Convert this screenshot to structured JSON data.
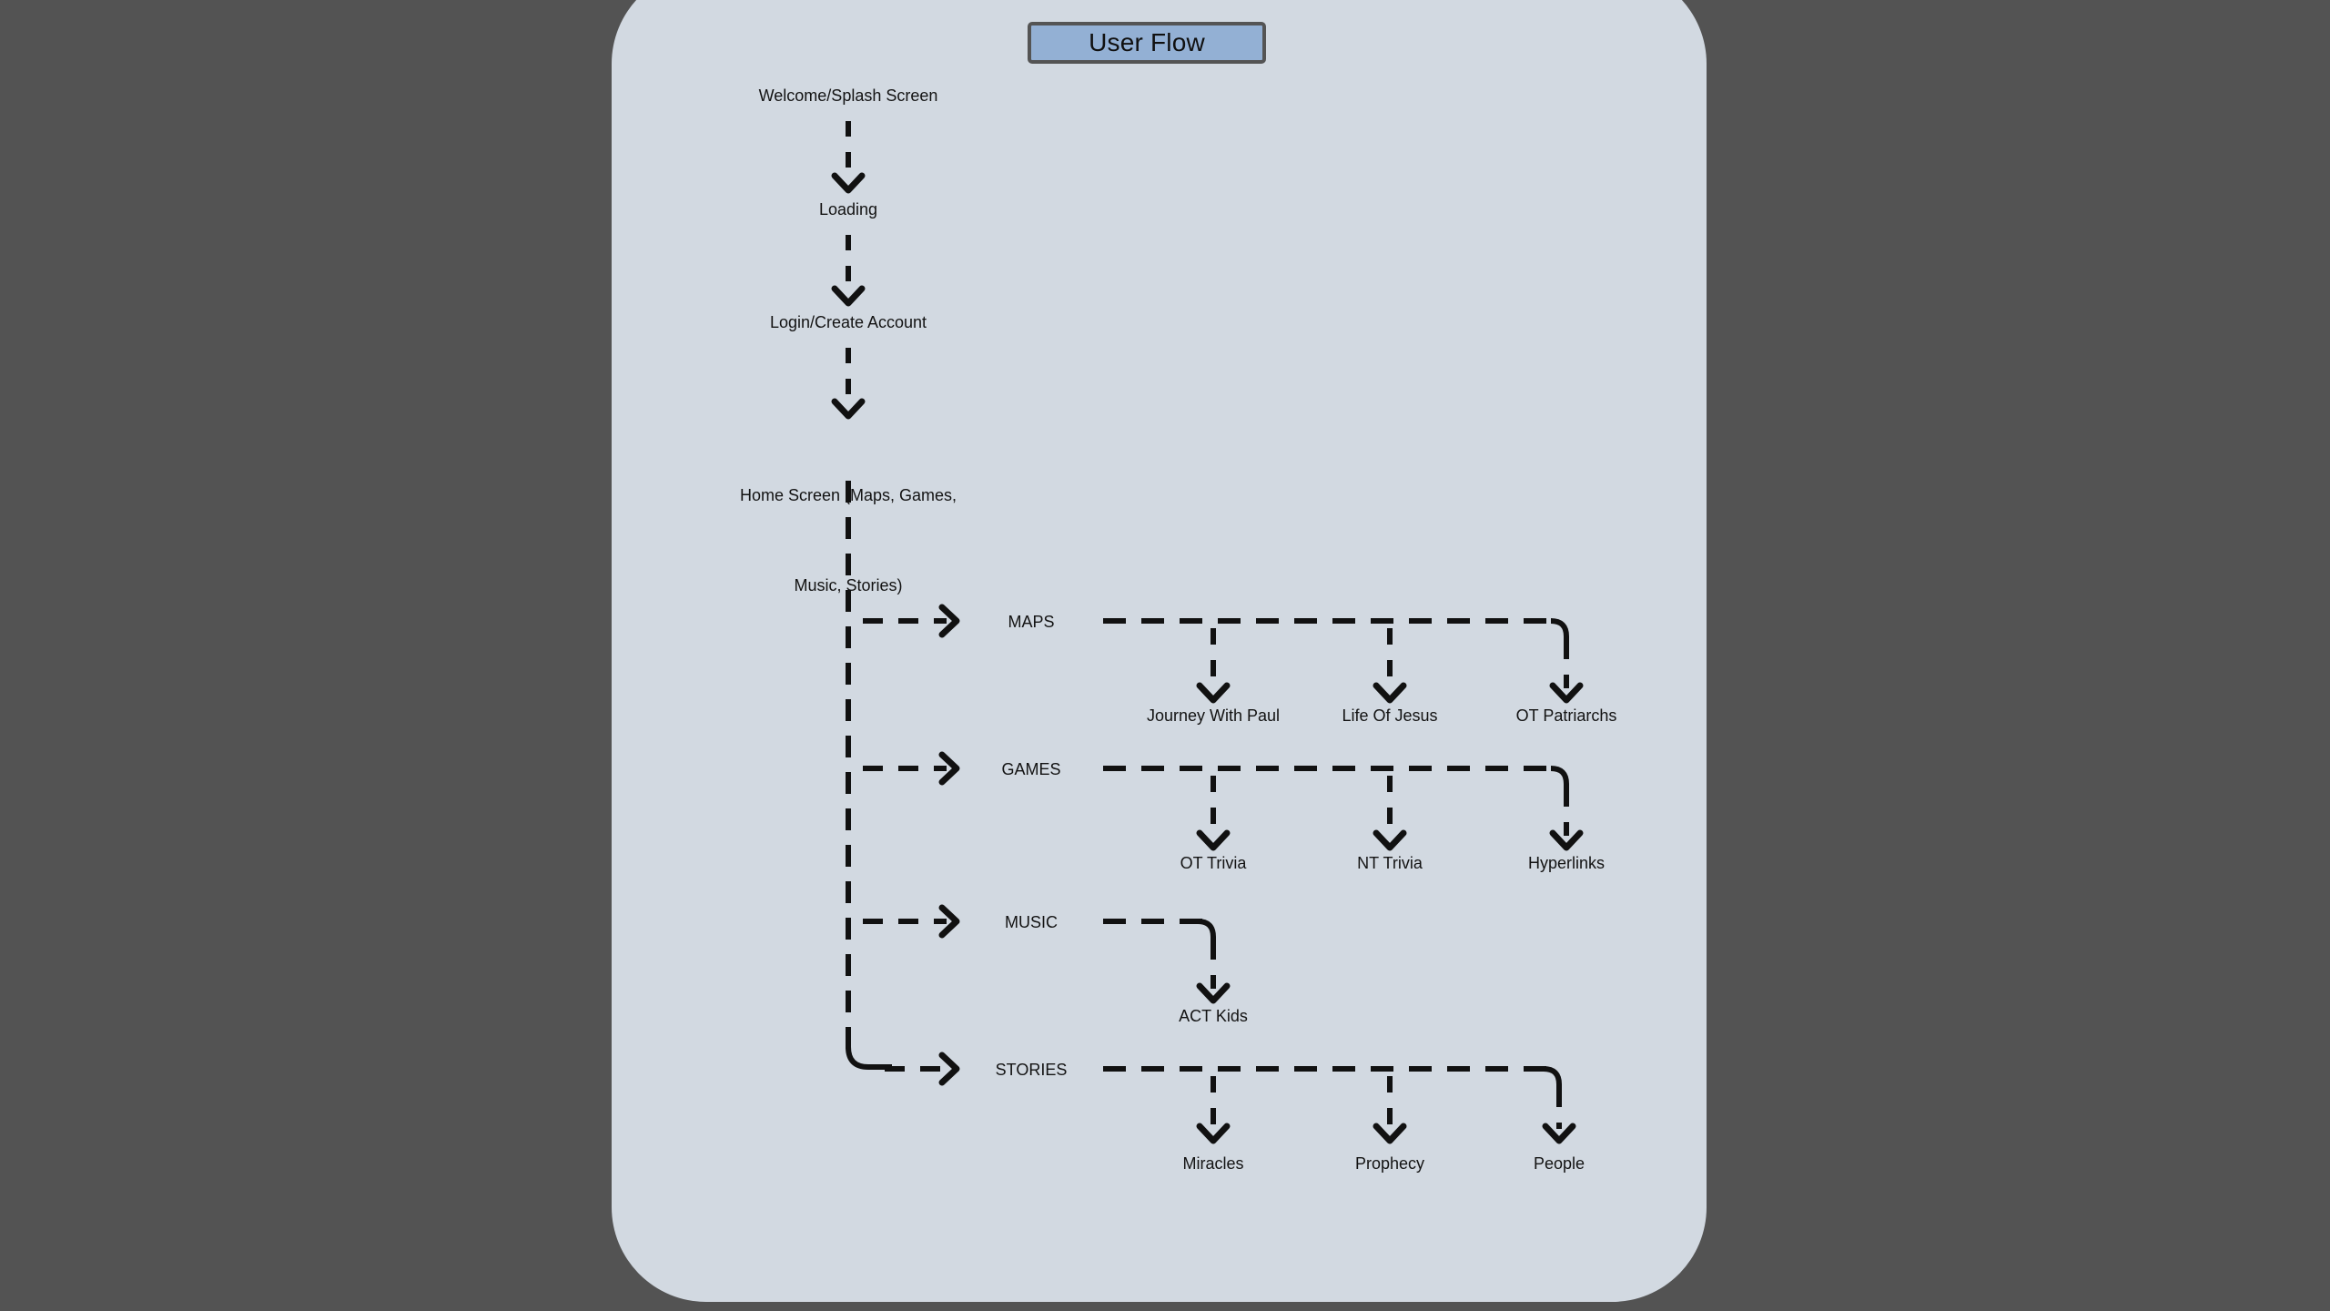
{
  "background_color": "#535353",
  "panel": {
    "name": "user-flow-canvas",
    "fill_color": "#d2d9e1",
    "corner_radius": 104
  },
  "title": {
    "label": "User Flow",
    "fill_color": "#93b0d4",
    "border_color": "#545454",
    "text_color": "#101010"
  },
  "connector": {
    "style": "dashed",
    "color": "#111111",
    "arrowhead": "chevron"
  },
  "flow": {
    "linear_chain": [
      {
        "id": "welcome",
        "label": "Welcome/Splash Screen"
      },
      {
        "id": "loading",
        "label": "Loading"
      },
      {
        "id": "login",
        "label": "Login/Create Account"
      },
      {
        "id": "home",
        "label": "Home Screen (Maps, Games,",
        "label_line2": "Music, Stories)"
      }
    ],
    "branches": [
      {
        "id": "maps",
        "label": "MAPS",
        "children": [
          {
            "id": "journey-with-paul",
            "label": "Journey With Paul"
          },
          {
            "id": "life-of-jesus",
            "label": "Life Of Jesus"
          },
          {
            "id": "ot-patriarchs",
            "label": "OT Patriarchs"
          }
        ]
      },
      {
        "id": "games",
        "label": "GAMES",
        "children": [
          {
            "id": "ot-trivia",
            "label": "OT Trivia"
          },
          {
            "id": "nt-trivia",
            "label": "NT Trivia"
          },
          {
            "id": "hyperlinks",
            "label": "Hyperlinks"
          }
        ]
      },
      {
        "id": "music",
        "label": "MUSIC",
        "children": [
          {
            "id": "act-kids",
            "label": "ACT Kids"
          }
        ]
      },
      {
        "id": "stories",
        "label": "STORIES",
        "children": [
          {
            "id": "miracles",
            "label": "Miracles"
          },
          {
            "id": "prophecy",
            "label": "Prophecy"
          },
          {
            "id": "people",
            "label": "People"
          }
        ]
      }
    ]
  }
}
